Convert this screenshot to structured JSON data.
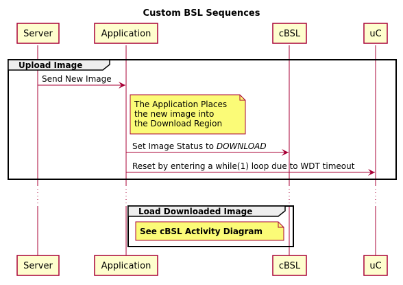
{
  "title": "Custom BSL Sequences",
  "participants": [
    "Server",
    "Application",
    "cBSL",
    "uC"
  ],
  "groups": [
    {
      "label": "Upload Image"
    },
    {
      "label": "Load Downloaded Image"
    }
  ],
  "messages": [
    {
      "from": "Server",
      "to": "Application",
      "text": "Send New Image"
    },
    {
      "from": "Application",
      "to": "cBSL",
      "text_prefix": "Set Image Status to ",
      "text_italic": "DOWNLOAD"
    },
    {
      "from": "Application",
      "to": "uC",
      "text": "Reset by entering a while(1) loop due to WDT timeout"
    }
  ],
  "notes": [
    {
      "lines": [
        "The Application Places",
        "the new image into",
        "the Download Region"
      ]
    },
    {
      "text": "See cBSL Activity Diagram"
    }
  ],
  "colors": {
    "participant_fill": "#FEFECE",
    "participant_border": "#A80036",
    "lifeline": "#A80036",
    "arrow": "#A80036",
    "note_fill": "#FBFB77",
    "group_border": "#000000"
  }
}
